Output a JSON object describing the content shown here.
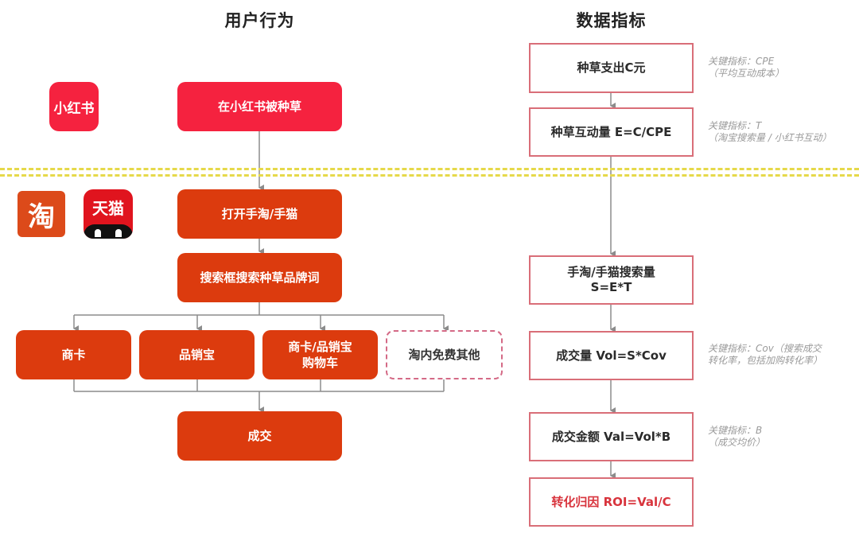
{
  "columns": {
    "user_behavior_title": "用户行为",
    "data_metrics_title": "数据指标"
  },
  "logos": {
    "xiaohongshu": "小红书",
    "taobao": "淘",
    "tmall": "天猫"
  },
  "user_flow": {
    "step1": "在小红书被种草",
    "step2": "打开手淘/手猫",
    "step3": "搜索框搜索种草品牌词",
    "branches": [
      {
        "line1": "商卡",
        "line2": ""
      },
      {
        "line1": "品销宝",
        "line2": ""
      },
      {
        "line1": "商卡/品销宝",
        "line2": "购物车"
      },
      {
        "line1": "淘内免费其他",
        "line2": ""
      }
    ],
    "final": "成交"
  },
  "metrics": [
    {
      "line1": "种草支出C元",
      "line2": "",
      "note1": "关键指标：CPE",
      "note2": "（平均互动成本）"
    },
    {
      "line1": "种草互动量 E=C/CPE",
      "line2": "",
      "note1": "关键指标：T",
      "note2": "（淘宝搜索量 / 小红书互动）"
    },
    {
      "line1": "手淘/手猫搜索量",
      "line2": "S=E*T",
      "note1": "",
      "note2": ""
    },
    {
      "line1": "成交量 Vol=S*Cov",
      "line2": "",
      "note1": "关键指标：Cov（搜索成交",
      "note2": "转化率，包括加购转化率）"
    },
    {
      "line1": "成交金额 Val=Vol*B",
      "line2": "",
      "note1": "关键指标：B",
      "note2": "（成交均价）"
    },
    {
      "line1": "转化归因 ROI=Val/C",
      "line2": "",
      "note1": "",
      "note2": ""
    }
  ],
  "colors": {
    "xiaohongshu_red": "#f5223f",
    "taobao_orange": "#dc3b0e",
    "metric_border": "#d96e78",
    "roi_text": "#d8343d",
    "divider_yellow": "#e6d94a",
    "connector_gray": "#8c8c8c"
  }
}
